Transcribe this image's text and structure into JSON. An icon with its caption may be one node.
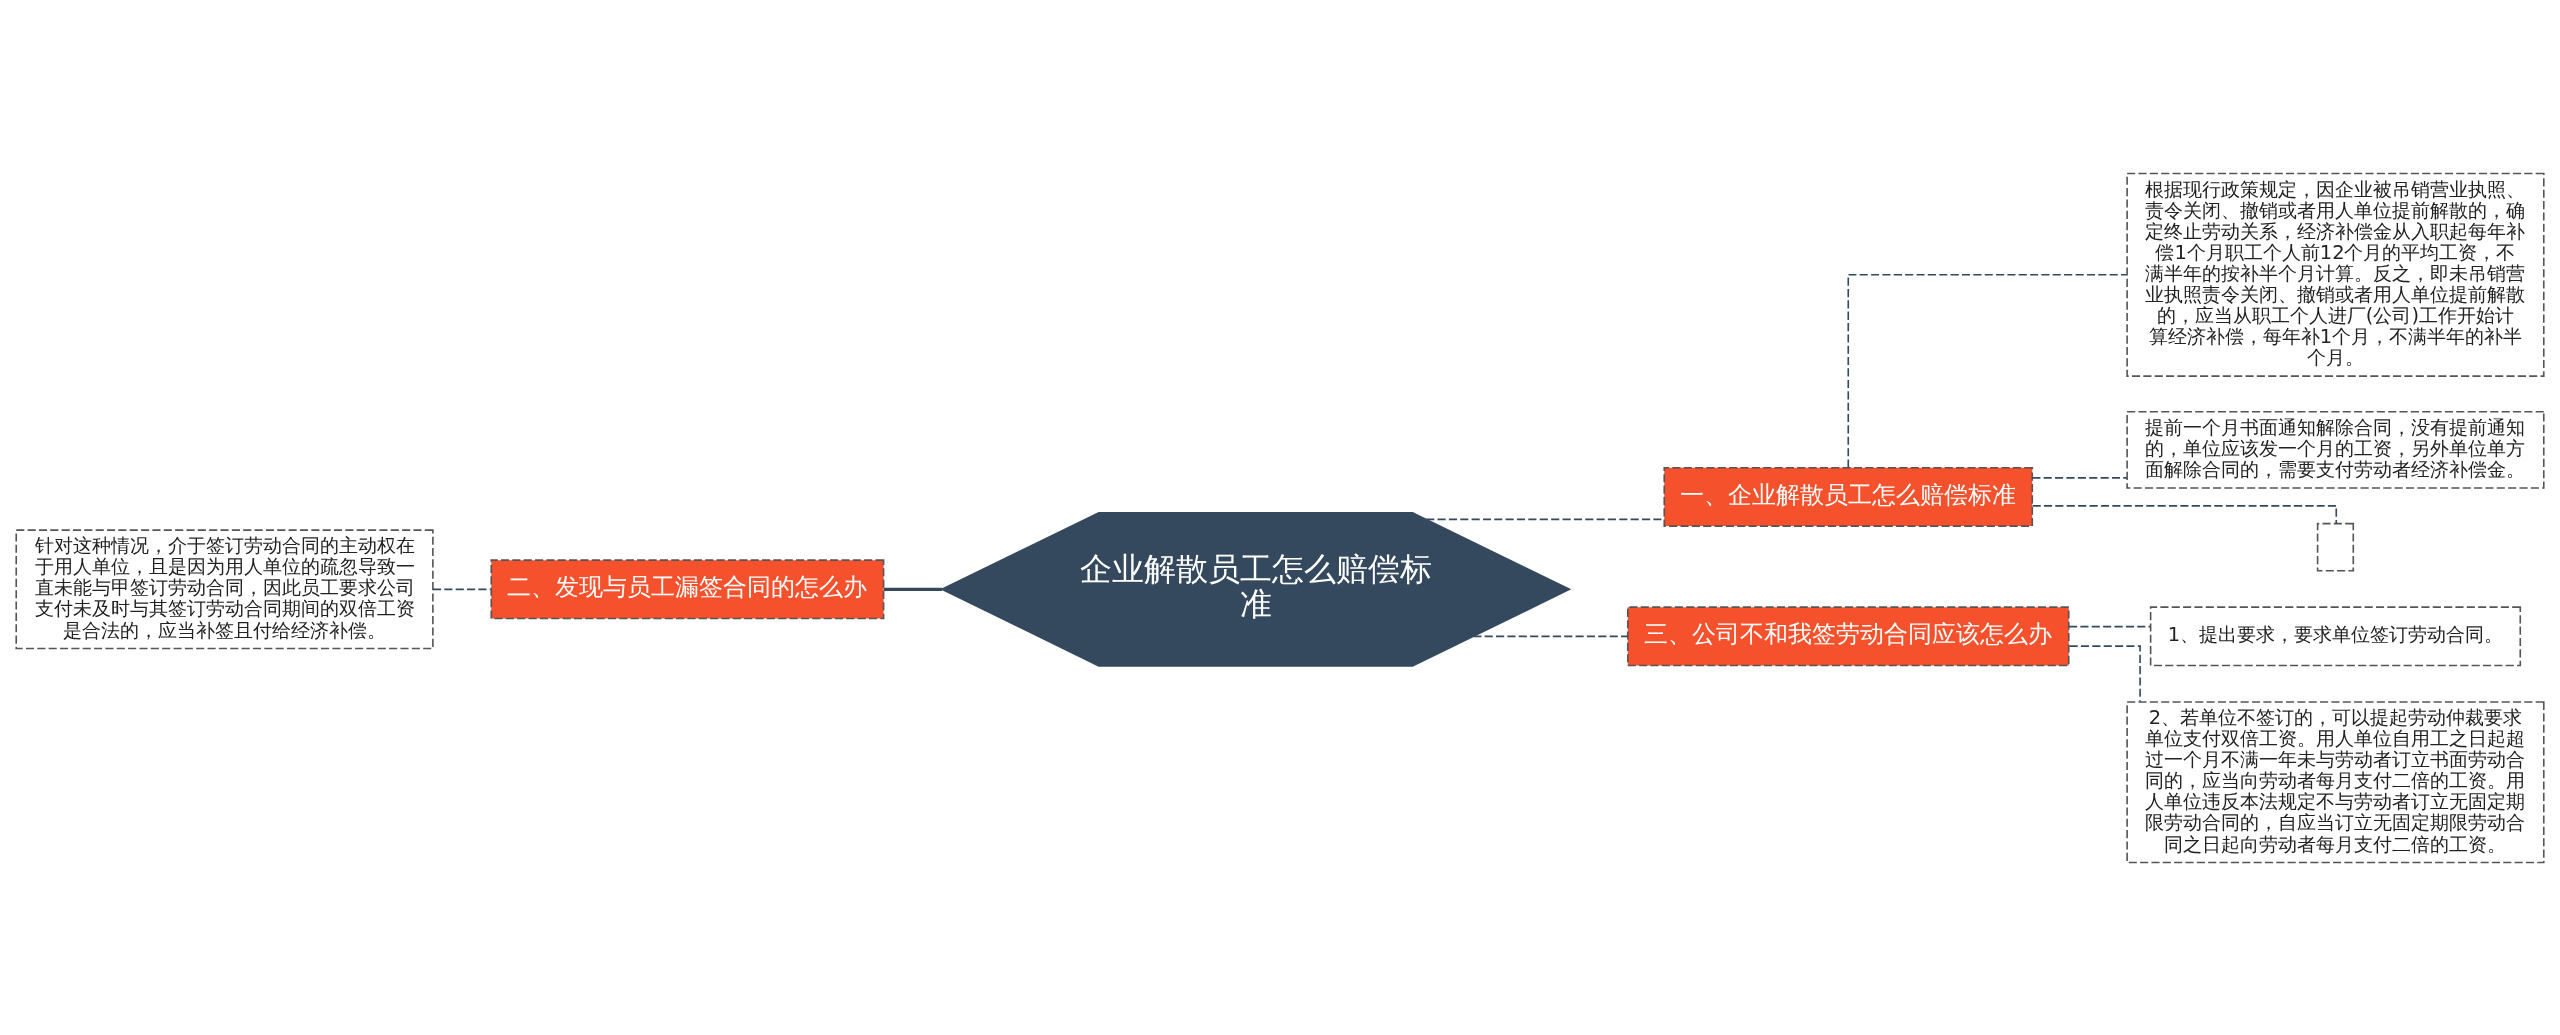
{
  "diagram": {
    "nodes": [
      {
        "text": [
          "企业解散员工怎么赔偿标准"
        ]
      },
      {
        "text": [
          "一、企业解散员工怎么赔偿标准"
        ]
      },
      {
        "text": [
          "根据现行政策规定，因企业被吊销营业执照、责令关闭、撤销或者用人单位提前解散的，确定终止劳动关系，经济补偿金从入职起每年补偿1个月职工个人前12个月的平均工资，不满半年的按补半个月计算。反之，即未吊销营业执照责令关闭、撤销或者用人单位提前解散的，应当从职工个人进厂(公司)工作开始计算经济补偿，每年补1个月，不满半年的补半个月。"
        ]
      },
      {
        "text": [
          "提前一个月书面通知解除合同，没有提前通知的，单位应该发一个月的工资，另外单位单方面解除合同的，需要支付劳动者经济补偿金。"
        ]
      },
      {
        "text": [],
        "shape": "box"
      },
      {
        "text": [
          "二、发现与员工漏签合同的怎么办"
        ]
      },
      {
        "text": [
          "针对这种情况，介于签订劳动合同的主动权在于用人单位，且是因为用人单位的疏忽导致一直未能与甲签订劳动合同，因此员工要求公司支付未及时与其签订劳动合同期间的双倍工资是合法的，应当补签且付给经济补偿。"
        ]
      },
      {
        "text": [
          "三、公司不和我签劳动合同应该怎么办"
        ]
      },
      {
        "text": [
          "1、提出要求，要求单位签订劳动合同。"
        ]
      },
      {
        "text": [
          "2、若单位不签订的，可以提起劳动仲裁要求单位支付双倍工资。用人单位自用工之日起超过一个月不满一年未与劳动者订立书面劳动合同的，应当向劳动者每月支付二倍的工资。用人单位违反本法规定不与劳动者订立无固定期限劳动合同的，自应当订立无固定期限劳动合同之日起向劳动者每月支付二倍的工资。"
        ]
      }
    ],
    "edges": [
      {
        "from": 0,
        "to": 1,
        "arrow": "none",
        "style": "dashed"
      },
      {
        "from": 1,
        "to": 2,
        "arrow": "none",
        "style": "dashed"
      },
      {
        "from": 1,
        "to": 3,
        "arrow": "none",
        "style": "dashed"
      },
      {
        "from": 1,
        "to": 4,
        "arrow": "none",
        "style": "dashed"
      },
      {
        "from": 0,
        "to": 5,
        "arrow": "none"
      },
      {
        "from": 5,
        "to": 6,
        "arrow": "none",
        "style": "dashed"
      },
      {
        "from": 0,
        "to": 7,
        "arrow": "none",
        "style": "dashed"
      },
      {
        "from": 7,
        "to": 8,
        "arrow": "none",
        "style": "dashed"
      },
      {
        "from": 7,
        "to": 9,
        "arrow": "none",
        "style": "dashed"
      }
    ]
  }
}
